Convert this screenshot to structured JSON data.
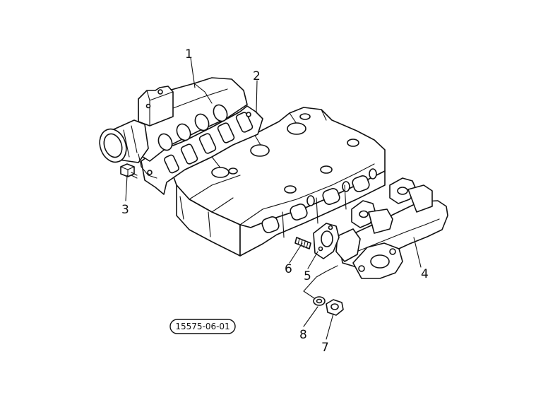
{
  "diagram": {
    "reference_code": "15575-06-01",
    "callouts": [
      {
        "id": "1",
        "text": "1",
        "part": "intake-manifold"
      },
      {
        "id": "2",
        "text": "2",
        "part": "intake-manifold-gasket"
      },
      {
        "id": "3",
        "text": "3",
        "part": "bolt"
      },
      {
        "id": "4",
        "text": "4",
        "part": "exhaust-manifold"
      },
      {
        "id": "5",
        "text": "5",
        "part": "exhaust-gasket"
      },
      {
        "id": "6",
        "text": "6",
        "part": "stud"
      },
      {
        "id": "7",
        "text": "7",
        "part": "nut"
      },
      {
        "id": "8",
        "text": "8",
        "part": "lock-washer"
      }
    ]
  }
}
